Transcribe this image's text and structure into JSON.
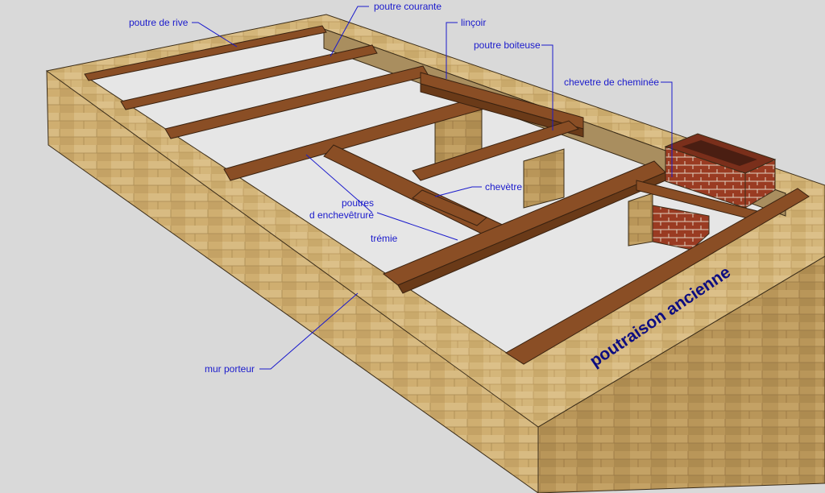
{
  "labels": {
    "poutre_de_rive": "poutre de rive",
    "poutre_courante": "poutre courante",
    "lincoir": "linçoir",
    "poutre_boiteuse": "poutre boiteuse",
    "chevetre_cheminee": "chevetre de cheminée",
    "chevetre": "chevètre",
    "poutres_enchevetrure_1": "poutres",
    "poutres_enchevetrure_2": "d enchevêtrure",
    "tremie": "trémie",
    "mur_porteur": "mur porteur",
    "title_3d": "poutraison ancienne"
  },
  "colors": {
    "label_text": "#1a1acc",
    "title_text": "#0d0d80",
    "background": "#d9d9d9",
    "stone": "#c9a96b",
    "timber": "#8a4e25",
    "brick": "#9a3b22"
  }
}
